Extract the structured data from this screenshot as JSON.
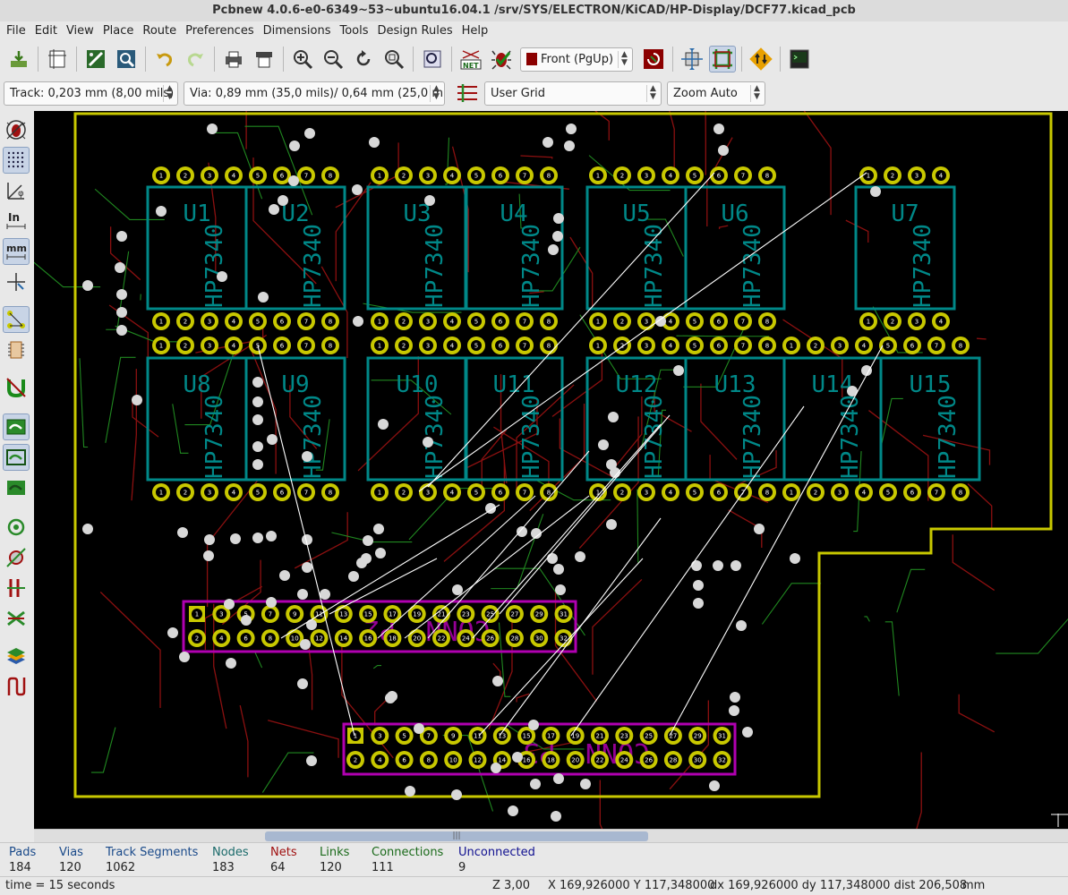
{
  "window": {
    "title": "Pcbnew 4.0.6-e0-6349~53~ubuntu16.04.1 /srv/SYS/ELECTRON/KiCAD/HP-Display/DCF77.kicad_pcb"
  },
  "menu": [
    "File",
    "Edit",
    "View",
    "Place",
    "Route",
    "Preferences",
    "Dimensions",
    "Tools",
    "Design Rules",
    "Help"
  ],
  "toolbar": {
    "icons": [
      "new-board-icon",
      "open-board-icon",
      "save-board-icon",
      "page-settings-icon",
      "module-editor-icon",
      "module-viewer-icon",
      "undo-icon",
      "redo-icon",
      "print-icon",
      "plot-icon",
      "zoom-in-icon",
      "zoom-out-icon",
      "redraw-icon",
      "zoom-fit-icon",
      "find-icon",
      "netlist-icon",
      "drc-icon",
      "layer-select-icon",
      "layer-pair-icon",
      "auto-place-icon",
      "auto-route-icon",
      "script-console-icon"
    ],
    "layer_select": "Front (PgUp)",
    "layer_color": "#8b0000"
  },
  "options": {
    "track": "Track: 0,203 mm (8,00 mils) *",
    "via": "Via: 0,89 mm (35,0 mils)/ 0,64 mm (25,0 mils) *",
    "grid": "User Grid",
    "zoom": "Zoom Auto"
  },
  "left_toolbar": [
    "drc-off-icon",
    "grid-icon",
    "polar-coords-icon",
    "inch-units-icon",
    "mm-units-icon",
    "cursor-shape-icon",
    "ratsnest-icon",
    "module-ratsnest-icon",
    "auto-delete-track-icon",
    "fill-zones-icon",
    "sketch-zones-icon",
    "outline-zones-icon",
    "pads-sketch-icon",
    "vias-sketch-icon",
    "tracks-sketch-icon",
    "high-contrast-icon",
    "layers-manager-icon",
    "microwave-icon"
  ],
  "board": {
    "outline_color": "#c8c800",
    "module_color": "#008888",
    "connector_color": "#b000b0",
    "ratsnest_color": "#ffffff",
    "track_color": "#8b1010",
    "back_track_color": "#208820",
    "displays": [
      {
        "ref": "U1",
        "value": "HP7340"
      },
      {
        "ref": "U2",
        "value": "HP7340"
      },
      {
        "ref": "U3",
        "value": "HP7340"
      },
      {
        "ref": "U4",
        "value": "HP7340"
      },
      {
        "ref": "U5",
        "value": "HP7340"
      },
      {
        "ref": "U6",
        "value": "HP7340"
      },
      {
        "ref": "U7",
        "value": "HP7340"
      },
      {
        "ref": "U8",
        "value": "HP7340"
      },
      {
        "ref": "U9",
        "value": "HP7340"
      },
      {
        "ref": "U10",
        "value": "HP7340"
      },
      {
        "ref": "U11",
        "value": "HP7340"
      },
      {
        "ref": "U12",
        "value": "HP7340"
      },
      {
        "ref": "U13",
        "value": "HP7340"
      },
      {
        "ref": "U14",
        "value": "HP7340"
      },
      {
        "ref": "U15",
        "value": "HP7340"
      }
    ],
    "connectors": [
      {
        "ref": "P2",
        "value": "CONN"
      },
      {
        "ref": "P3",
        "value": "CONN"
      }
    ]
  },
  "stats": [
    {
      "label": "Pads",
      "value": "184",
      "color": "#1a4a8a"
    },
    {
      "label": "Vias",
      "value": "120",
      "color": "#1a4a8a"
    },
    {
      "label": "Track Segments",
      "value": "1062",
      "color": "#1a4a8a"
    },
    {
      "label": "Nodes",
      "value": "183",
      "color": "#1a6a6a"
    },
    {
      "label": "Nets",
      "value": "64",
      "color": "#a01010"
    },
    {
      "label": "Links",
      "value": "120",
      "color": "#1a6a1a"
    },
    {
      "label": "Connections",
      "value": "111",
      "color": "#1a6a1a"
    },
    {
      "label": "Unconnected",
      "value": "9",
      "color": "#101090"
    }
  ],
  "status": {
    "message": "time = 15 seconds",
    "zoom": "Z 3,00",
    "abs_pos": "X 169,926000  Y 117,348000",
    "rel_pos": "dx 169,926000  dy 117,348000  dist 206,508",
    "units": "mm"
  }
}
